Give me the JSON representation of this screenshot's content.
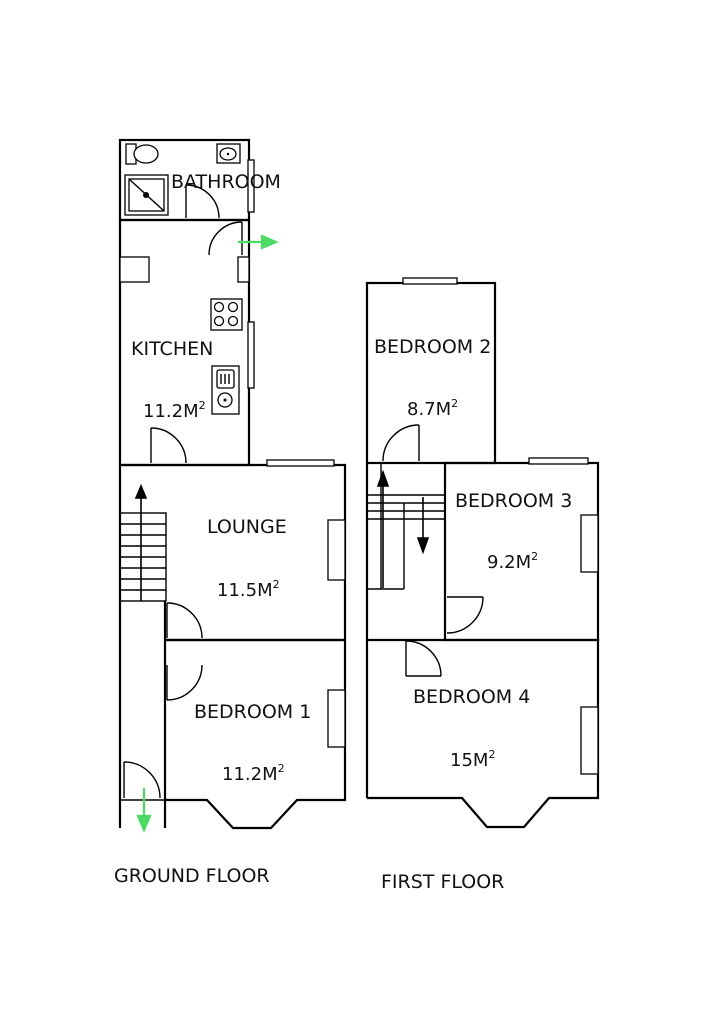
{
  "ground_floor": {
    "label": "GROUND FLOOR",
    "rooms": {
      "bathroom": {
        "name": "BATHROOM"
      },
      "kitchen": {
        "name": "KITCHEN",
        "area_value": "11.2M",
        "area_sup": "2"
      },
      "lounge": {
        "name": "LOUNGE",
        "area_value": "11.5M",
        "area_sup": "2"
      },
      "bedroom1": {
        "name": "BEDROOM 1",
        "area_value": "11.2M",
        "area_sup": "2"
      }
    }
  },
  "first_floor": {
    "label": "FIRST FLOOR",
    "rooms": {
      "bedroom2": {
        "name": "BEDROOM 2",
        "area_value": "8.7M",
        "area_sup": "2"
      },
      "bedroom3": {
        "name": "BEDROOM 3",
        "area_value": "9.2M",
        "area_sup": "2"
      },
      "bedroom4": {
        "name": "BEDROOM 4",
        "area_value": "15M",
        "area_sup": "2"
      }
    }
  },
  "colors": {
    "entrance_arrow": "#4cd964",
    "wall": "#000000",
    "background": "#ffffff"
  }
}
